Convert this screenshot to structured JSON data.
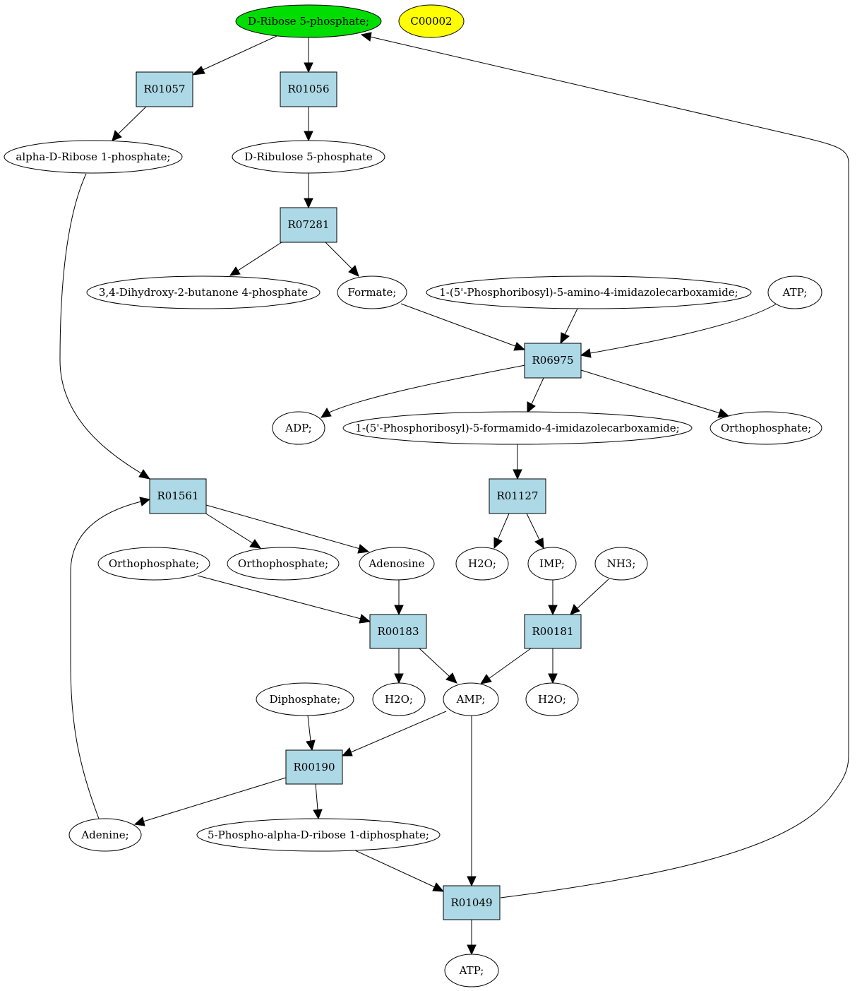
{
  "colors": {
    "reaction_fill": "#add8e6",
    "start_fill": "#00dd00",
    "compound_fill": "#ffff00",
    "metabolite_fill": "#ffffff",
    "line": "#000000"
  },
  "nodes": {
    "ribose5p": "D-Ribose 5-phosphate;",
    "c00002": "C00002",
    "r01057": "R01057",
    "r01056": "R01056",
    "alpha_ribose1p": "alpha-D-Ribose 1-phosphate;",
    "ribulose5p": "D-Ribulose 5-phosphate",
    "r07281": "R07281",
    "dihydroxy_butanone": "3,4-Dihydroxy-2-butanone 4-phosphate",
    "formate": "Formate;",
    "aicar": "1-(5'-Phosphoribosyl)-5-amino-4-imidazolecarboxamide;",
    "atp_top": "ATP;",
    "r06975": "R06975",
    "adp": "ADP;",
    "faicar": "1-(5'-Phosphoribosyl)-5-formamido-4-imidazolecarboxamide;",
    "orthophosphate_r06975": "Orthophosphate;",
    "r01561": "R01561",
    "r01127": "R01127",
    "orthophosphate_in": "Orthophosphate;",
    "orthophosphate_r01561": "Orthophosphate;",
    "adenosine": "Adenosine",
    "h2o_r01127": "H2O;",
    "imp": "IMP;",
    "nh3": "NH3;",
    "r00183": "R00183",
    "r00181": "R00181",
    "diphosphate": "Diphosphate;",
    "h2o_r00183": "H2O;",
    "amp": "AMP;",
    "h2o_r00181": "H2O;",
    "r00190": "R00190",
    "adenine": "Adenine;",
    "prpp": "5-Phospho-alpha-D-ribose 1-diphosphate;",
    "r01049": "R01049",
    "atp_bottom": "ATP;"
  }
}
